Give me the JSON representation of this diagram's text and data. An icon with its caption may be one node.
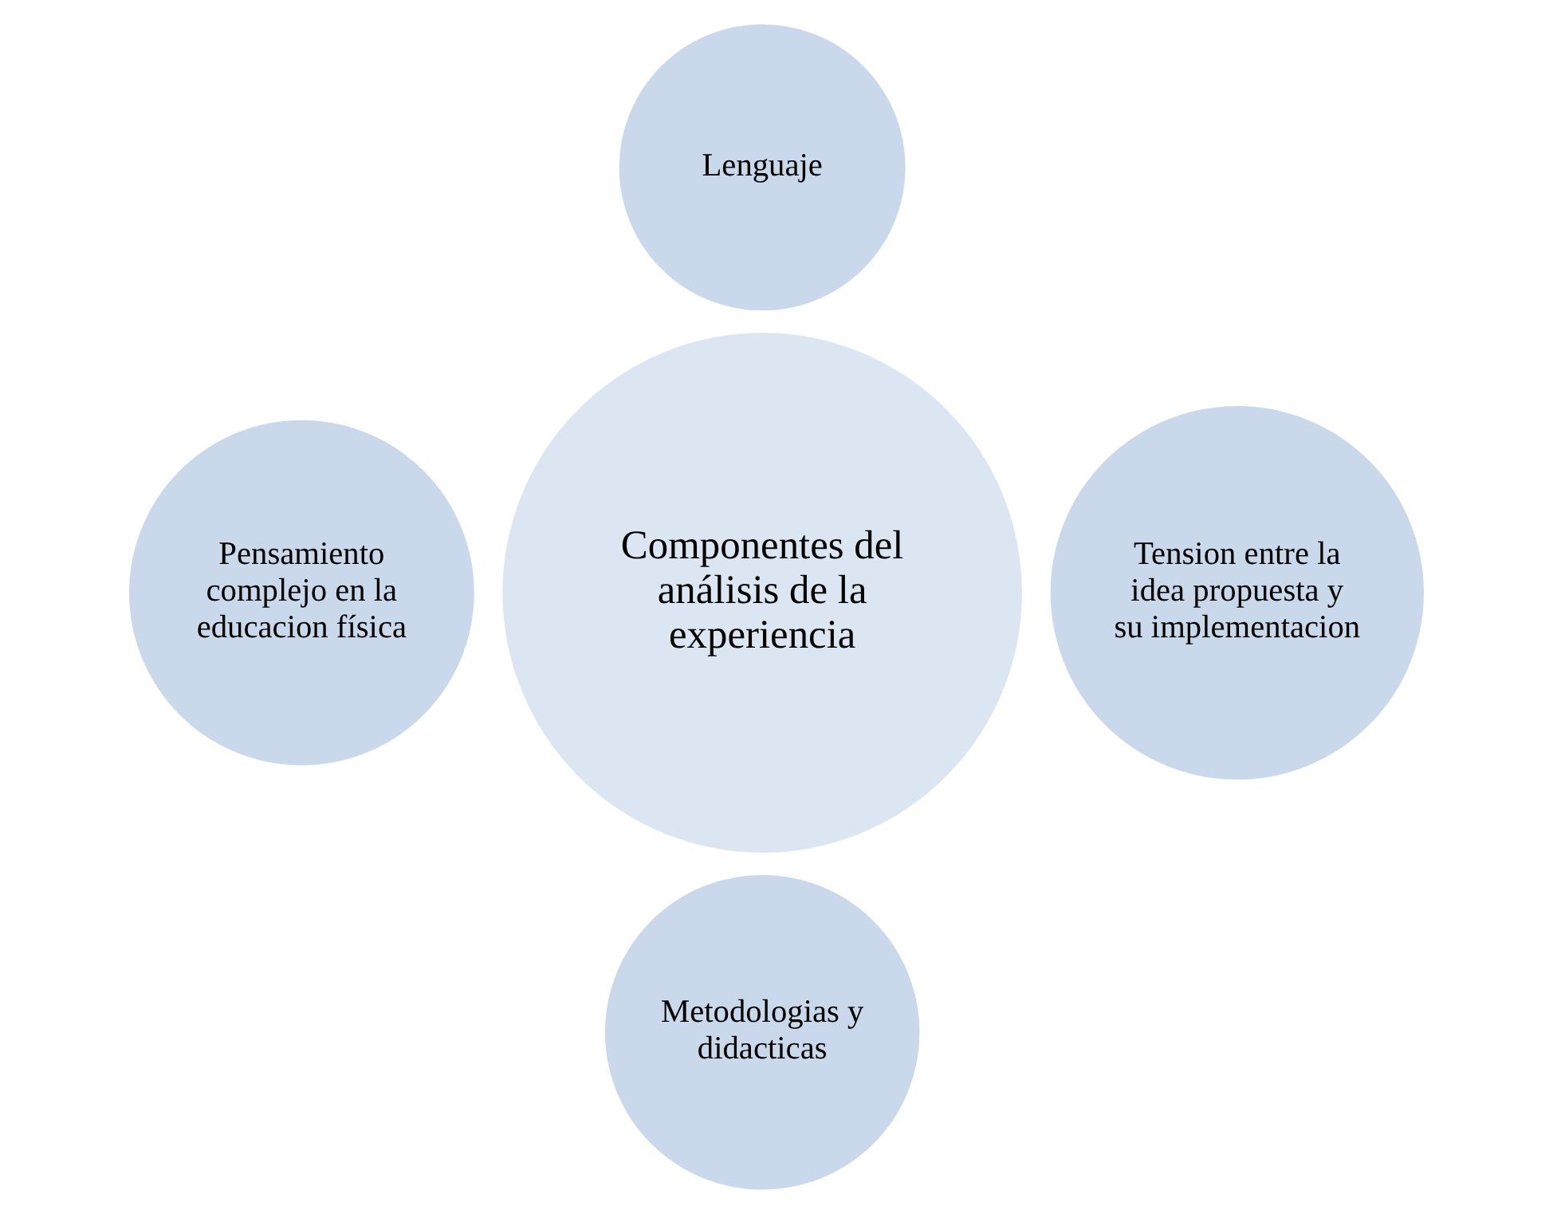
{
  "diagram": {
    "nodes": [
      {
        "text": [
          "Lenguaje"
        ]
      },
      {
        "text": [
          "Pensamiento complejo en la educacion física"
        ]
      },
      {
        "text": [
          "Componentes del análisis de la experiencia"
        ]
      },
      {
        "text": [
          "Tension entre la idea propuesta y su implementacion"
        ]
      },
      {
        "text": [
          "Metodologias y didacticas"
        ]
      }
    ]
  }
}
